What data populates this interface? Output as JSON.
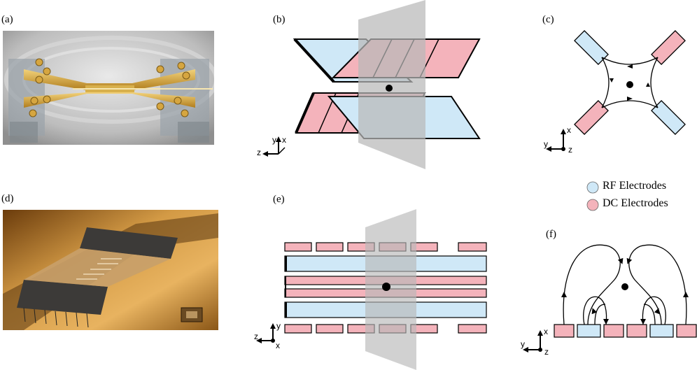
{
  "panels": {
    "a": "(a)",
    "b": "(b)",
    "c": "(c)",
    "d": "(d)",
    "e": "(e)",
    "f": "(f)"
  },
  "axes": {
    "b": {
      "v": "y",
      "h": "z",
      "o": "x"
    },
    "c": {
      "v": "x",
      "h": "y",
      "o": "z"
    },
    "e": {
      "v": "y",
      "h": "z",
      "o": "x"
    },
    "f": {
      "v": "x",
      "h": "y",
      "o": "z"
    }
  },
  "legend": {
    "rf_label": "RF Electrodes",
    "dc_label": "DC Electrodes"
  },
  "colors": {
    "rf": "#cfe8f7",
    "dc": "#f4b3bb",
    "plane": "#b9b9b9",
    "gold": "#c9982c",
    "photo_a_bg": "#c9c9c9",
    "photo_d_bg": "#a8681c"
  }
}
